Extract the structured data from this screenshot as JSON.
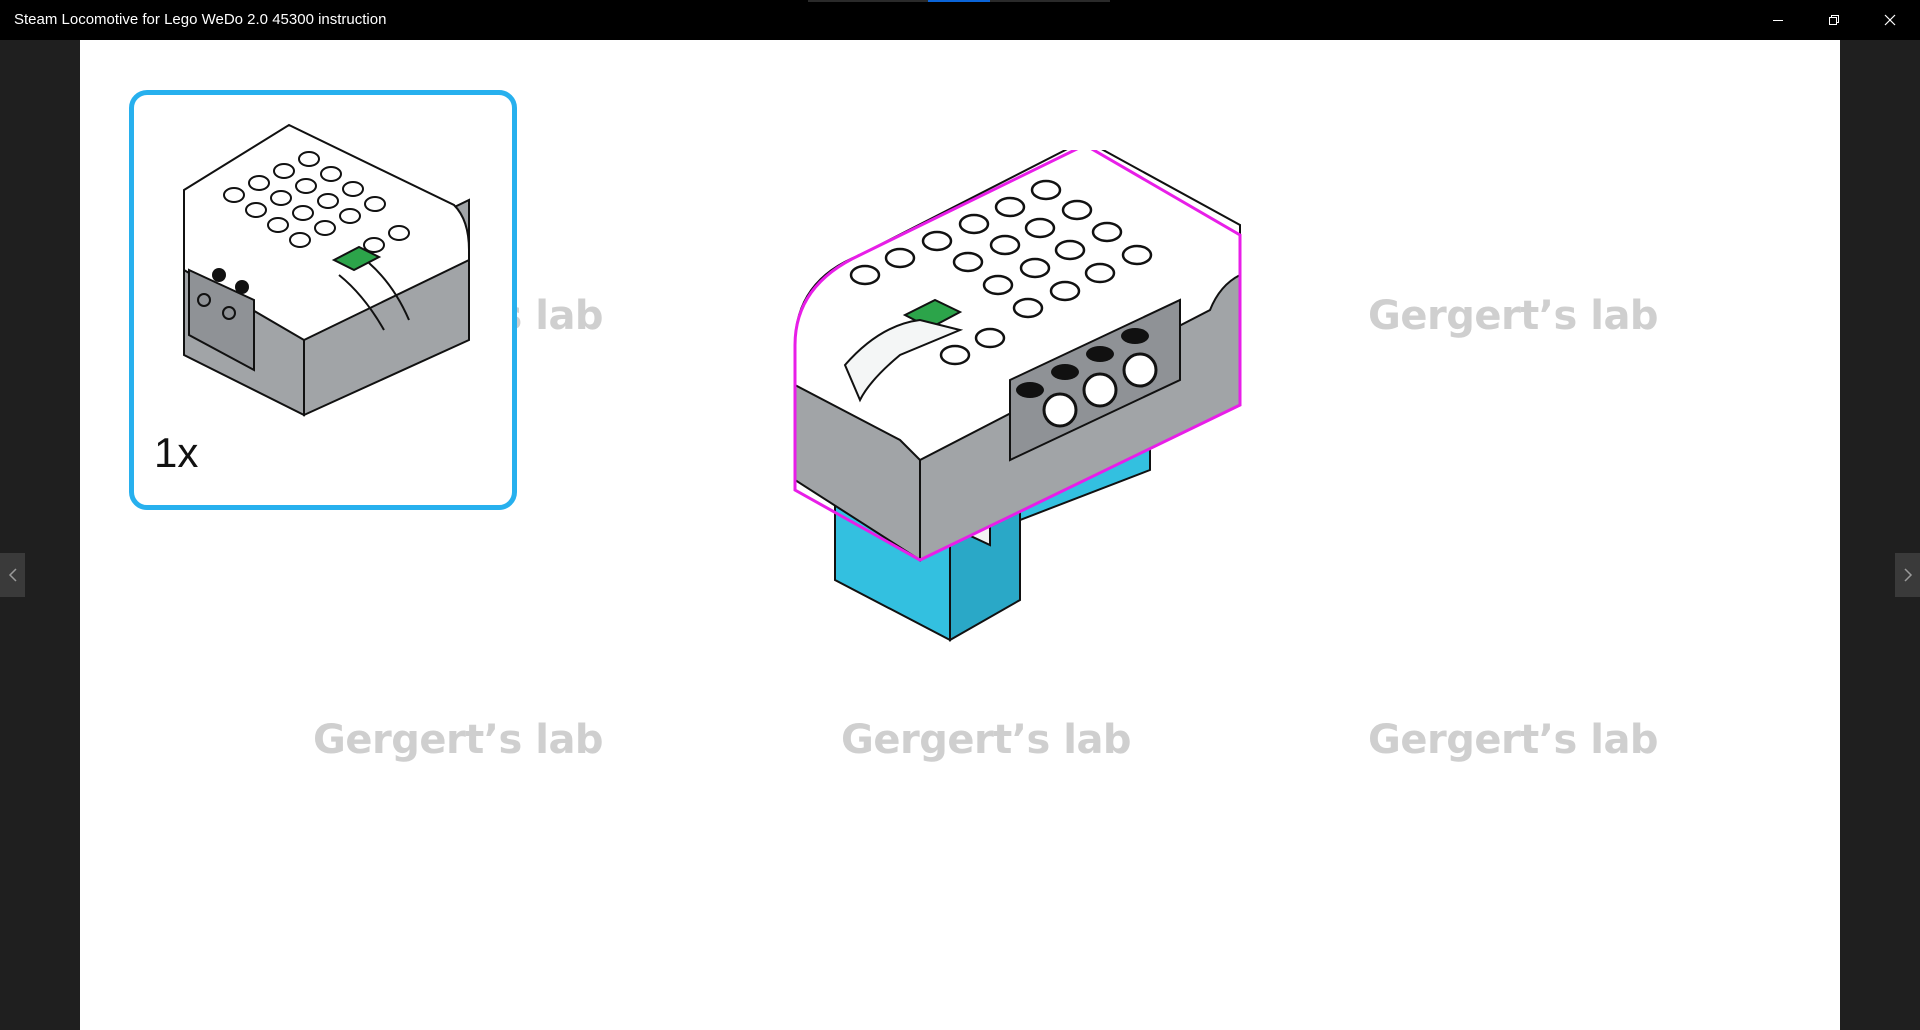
{
  "window": {
    "title": "Steam Locomotive for Lego WeDo 2.0 45300 instruction",
    "controls": [
      "minimize-icon",
      "restore-icon",
      "close-icon"
    ]
  },
  "page": {
    "watermark": "Gergert’s lab",
    "parts_list": {
      "quantity": "1x",
      "part": "WeDo 2.0 Smarthub",
      "border_color": "#27b0ee"
    },
    "highlight_color": "#e81ee8",
    "brick_colors": {
      "hub_top": "#ffffff",
      "hub_body": "#a1a4a7",
      "hub_button": "#2ca44a",
      "base": "#33c0e0"
    }
  },
  "navigation": {
    "prev": "chevron-left-icon",
    "next": "chevron-right-icon"
  }
}
